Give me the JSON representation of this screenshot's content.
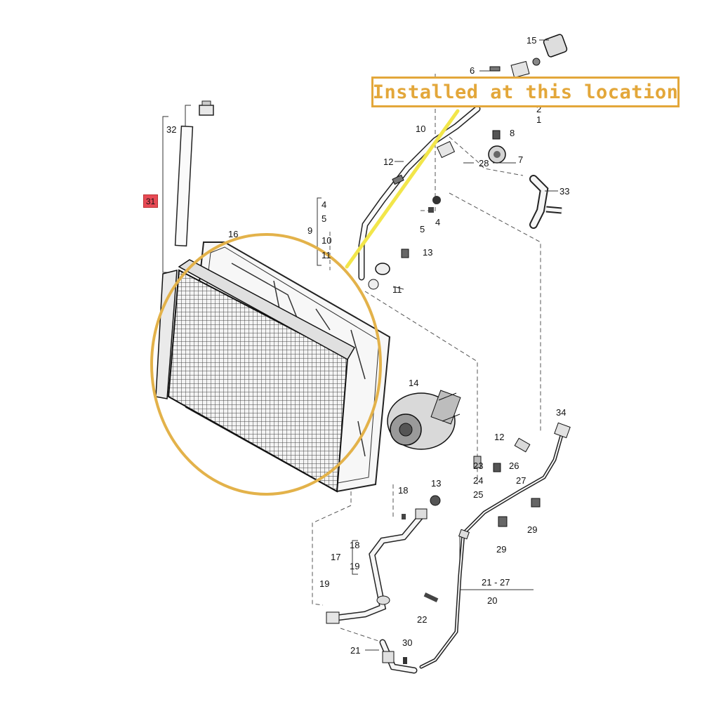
{
  "callout": {
    "text": "Installed at this location",
    "color": "#e3a73a"
  },
  "highlight": {
    "ellipse_color": "#e3b24a",
    "pointer_color": "#f2e64a"
  },
  "selected_part": {
    "number": "31",
    "color": "#e84a55"
  },
  "labels": {
    "l15": "15",
    "l6": "6",
    "l2": "2",
    "l1": "1",
    "l10": "10",
    "l8": "8",
    "l7": "7",
    "l12a": "12",
    "l28": "28",
    "l33": "33",
    "l32": "32",
    "l4a": "4",
    "l5a": "5",
    "l9": "9",
    "l10b": "10",
    "l11a": "11",
    "l5b": "5",
    "l4b": "4",
    "l13a": "13",
    "l11b": "11",
    "l16": "16",
    "l14": "14",
    "l34": "34",
    "l12b": "12",
    "l23": "23",
    "l26": "26",
    "l24": "24",
    "l27": "27",
    "l25": "25",
    "l18a": "18",
    "l13b": "13",
    "l29a": "29",
    "l29b": "29",
    "l17": "17",
    "l18b": "18",
    "l19a": "19",
    "l19b": "19",
    "l2127": "21 - 27",
    "l20": "20",
    "l22": "22",
    "l21": "21",
    "l30": "30"
  }
}
